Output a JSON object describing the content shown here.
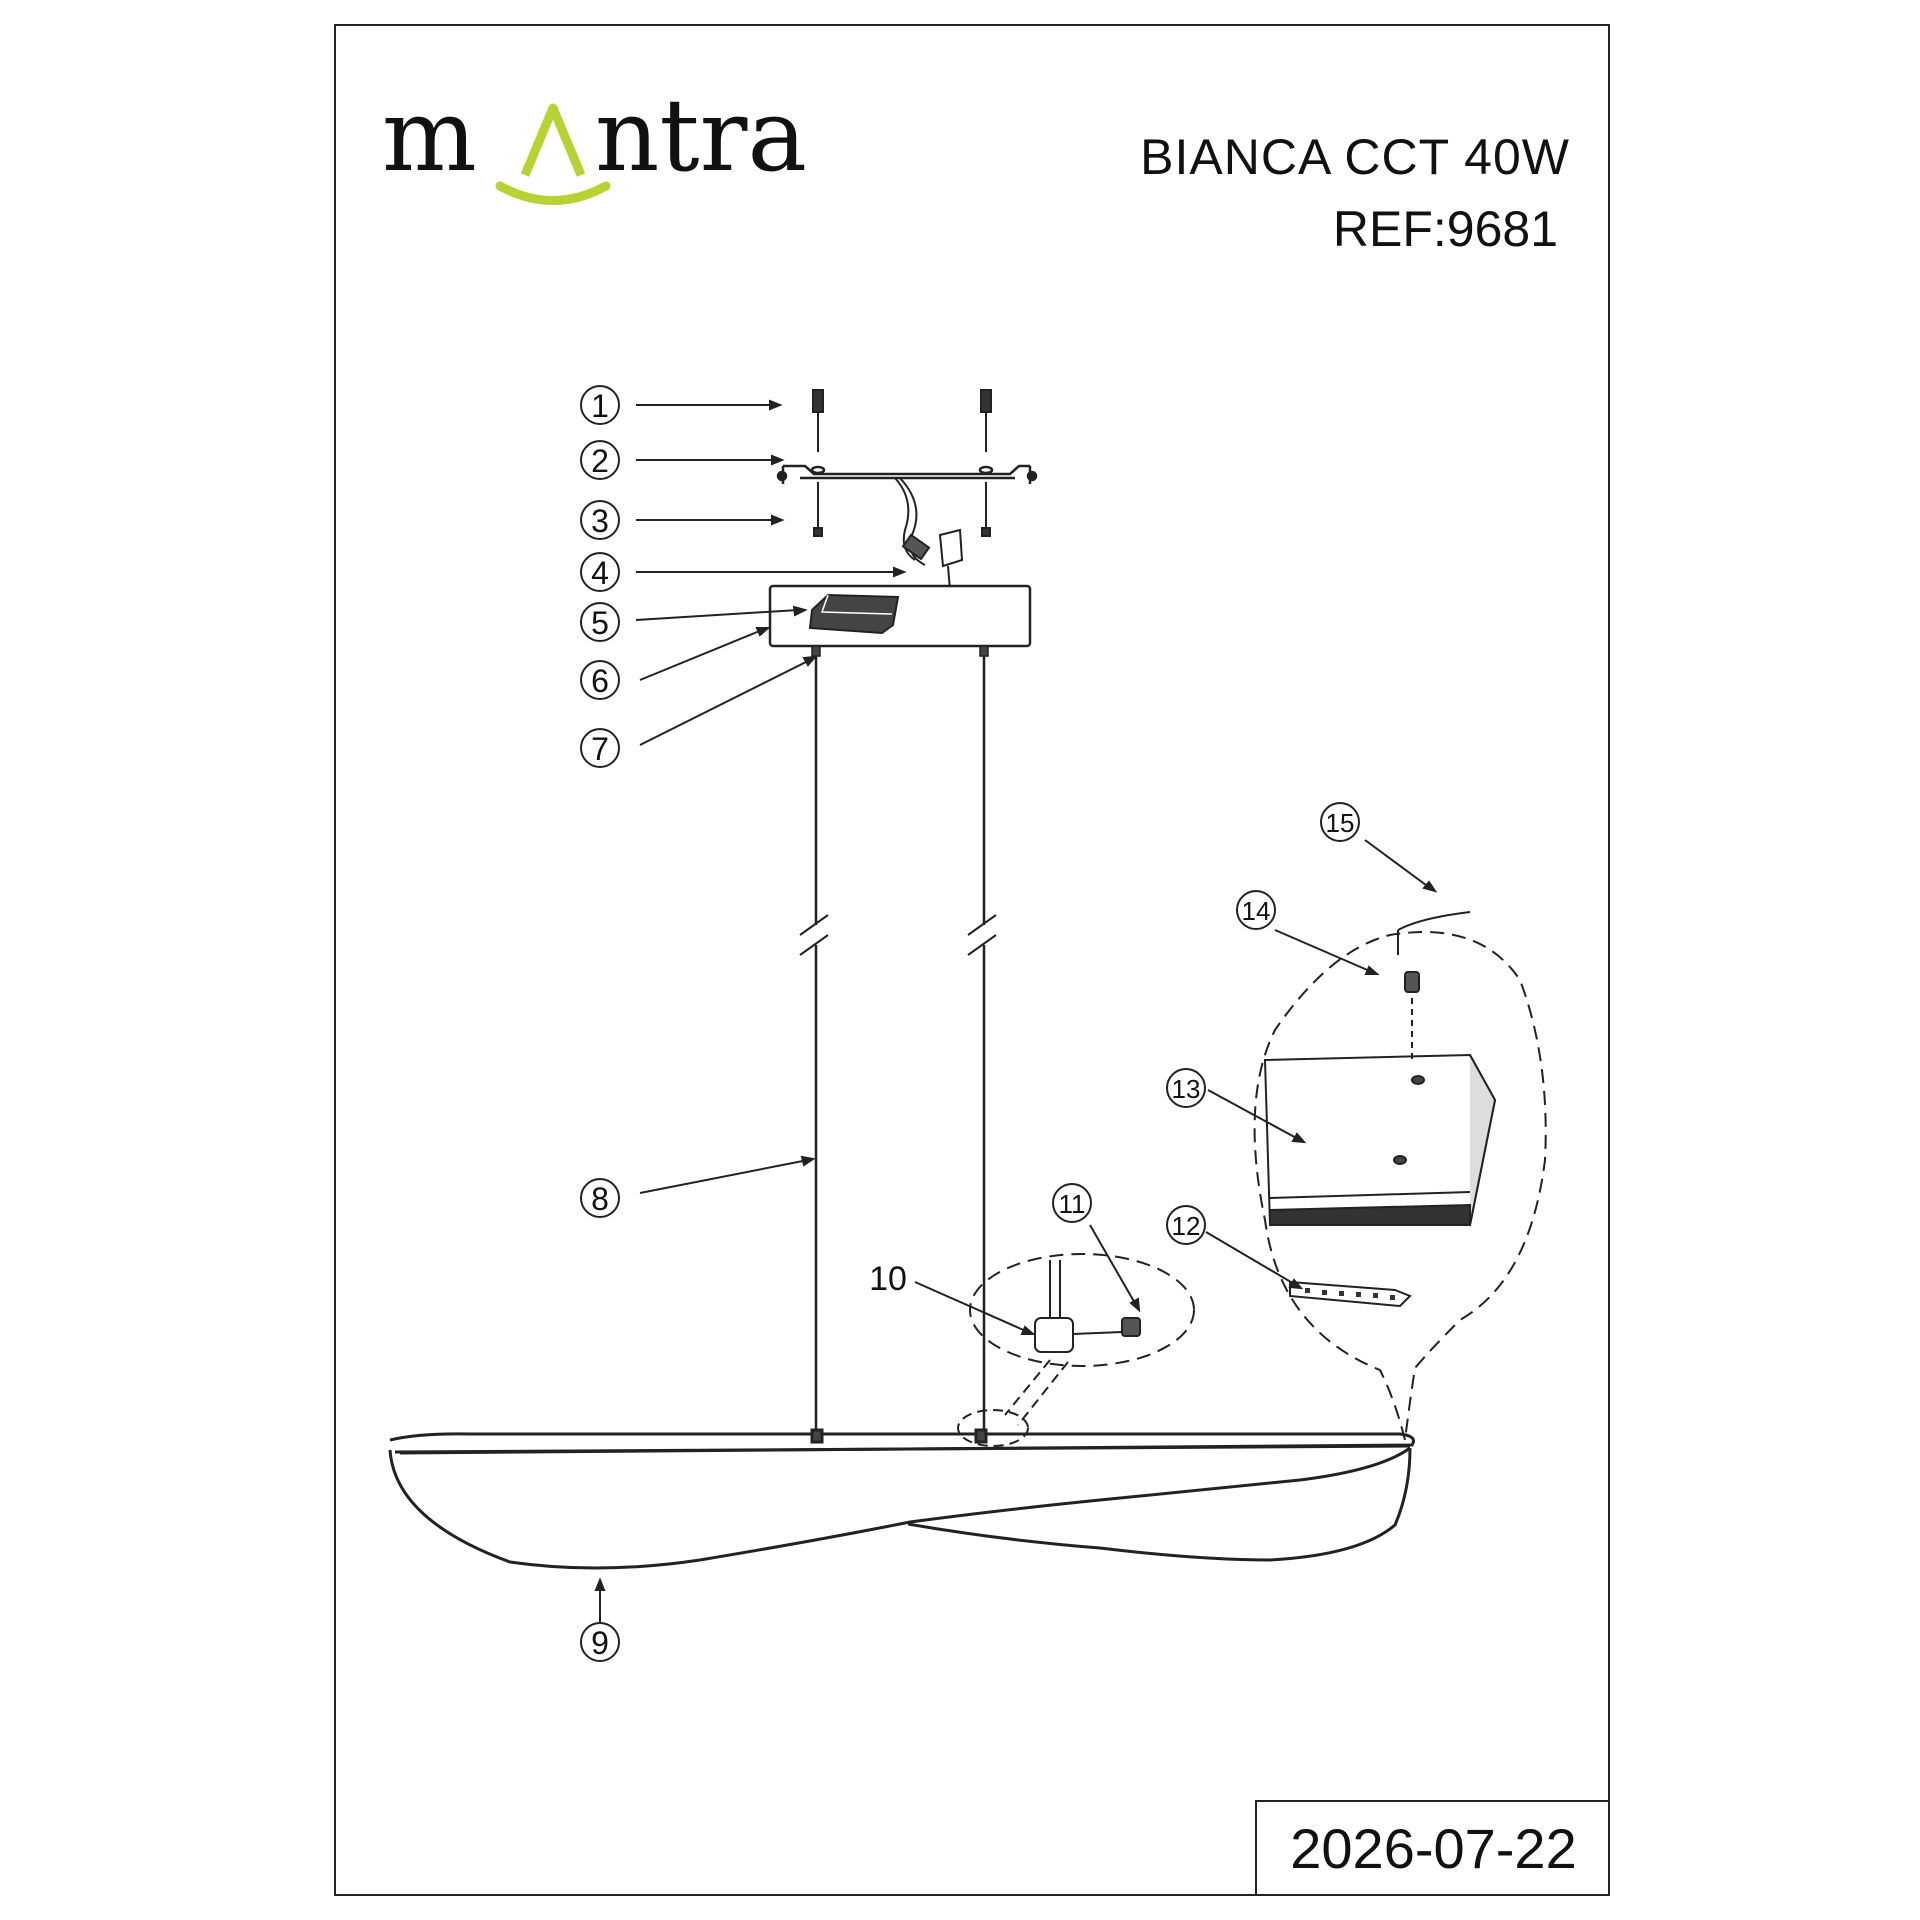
{
  "header": {
    "logo_left": "m",
    "logo_right": "ntra",
    "logo_accent_color": "#b5d334",
    "title": "BIANCA CCT 40W",
    "ref": "REF:9681"
  },
  "parts": [
    {
      "num": "1"
    },
    {
      "num": "2"
    },
    {
      "num": "3"
    },
    {
      "num": "4"
    },
    {
      "num": "5"
    },
    {
      "num": "6"
    },
    {
      "num": "7"
    },
    {
      "num": "8"
    },
    {
      "num": "9"
    },
    {
      "num": "10"
    },
    {
      "num": "11"
    },
    {
      "num": "12"
    },
    {
      "num": "13"
    },
    {
      "num": "14"
    },
    {
      "num": "15"
    }
  ],
  "footer": {
    "date": "2026-07-22"
  }
}
